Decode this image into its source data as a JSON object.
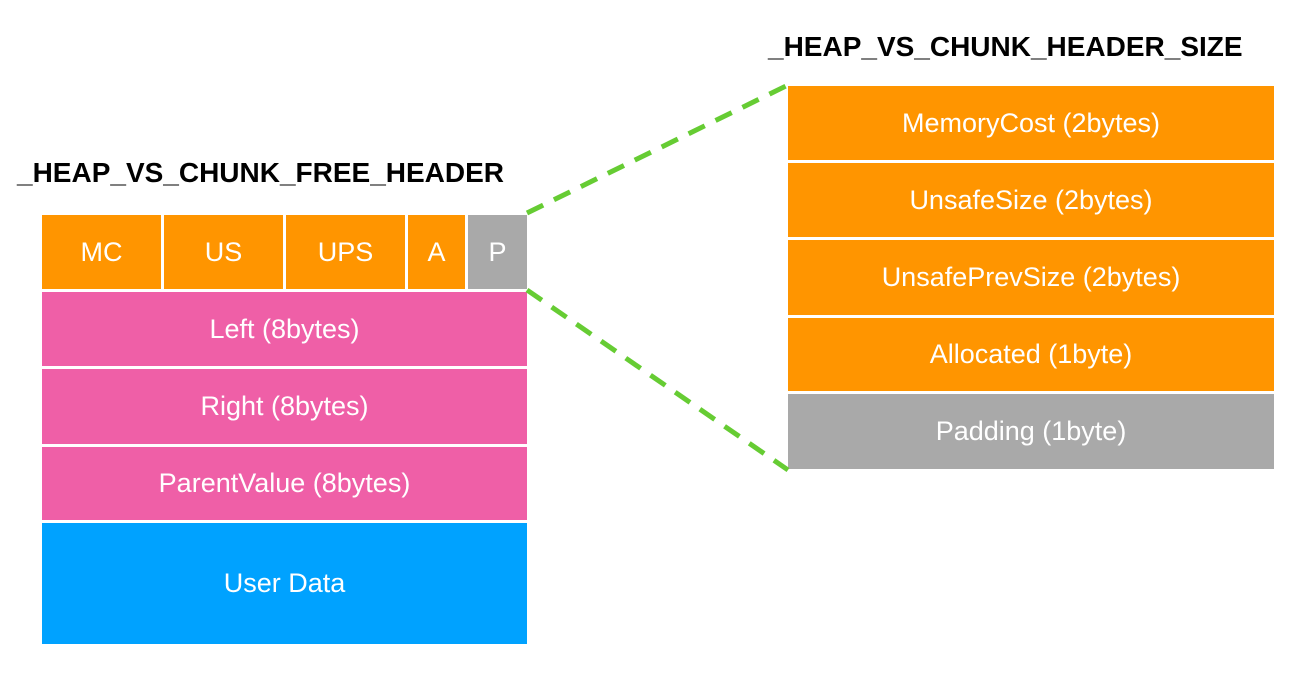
{
  "free_header": {
    "title": "_HEAP_VS_CHUNK_FREE_HEADER",
    "top_row": [
      {
        "label": "MC",
        "color": "#FF9500"
      },
      {
        "label": "US",
        "color": "#FF9500"
      },
      {
        "label": "UPS",
        "color": "#FF9500"
      },
      {
        "label": "A",
        "color": "#FF9500"
      },
      {
        "label": "P",
        "color": "#A9A9A9"
      }
    ],
    "fields": [
      {
        "label": "Left (8bytes)",
        "color": "#EF5FA7"
      },
      {
        "label": "Right (8bytes)",
        "color": "#EF5FA7"
      },
      {
        "label": "ParentValue (8bytes)",
        "color": "#EF5FA7"
      }
    ],
    "user_data": {
      "label": "User Data",
      "color": "#00A2FF"
    }
  },
  "header_size": {
    "title": "_HEAP_VS_CHUNK_HEADER_SIZE",
    "fields": [
      {
        "label": "MemoryCost (2bytes)",
        "color": "#FF9500"
      },
      {
        "label": "UnsafeSize (2bytes)",
        "color": "#FF9500"
      },
      {
        "label": "UnsafePrevSize (2bytes)",
        "color": "#FF9500"
      },
      {
        "label": "Allocated (1byte)",
        "color": "#FF9500"
      },
      {
        "label": "Padding (1byte)",
        "color": "#A9A9A9"
      }
    ]
  },
  "connector_color": "#66CC33"
}
